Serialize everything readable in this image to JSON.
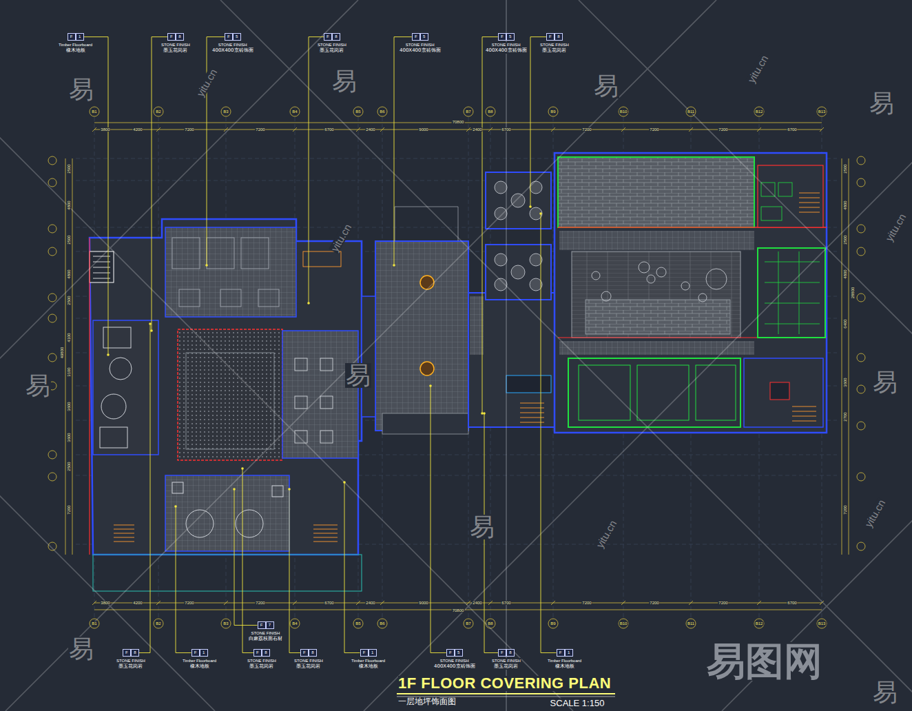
{
  "diagram": {
    "title": "1F FLOOR COVERING PLAN",
    "caption": "一层地坪饰面图",
    "nodes": [
      {
        "text": [
          "F",
          "1",
          "Timber Floorboard",
          "橡木地板"
        ]
      },
      {
        "text": [
          "F",
          "8",
          "STONE FINISH",
          "墨玉花岗岩"
        ]
      },
      {
        "text": [
          "F",
          "5",
          "STONE FINISH",
          "400X400京砖饰面"
        ]
      },
      {
        "text": [
          "F",
          "8",
          "STONE FINISH",
          "墨玉花岗岩"
        ]
      },
      {
        "text": [
          "F",
          "5",
          "STONE FINISH",
          "400X400京砖饰面"
        ]
      },
      {
        "text": [
          "F",
          "5",
          "STONE FINISH",
          "400X400京砖饰面"
        ]
      },
      {
        "text": [
          "F",
          "8",
          "STONE FINISH",
          "墨玉花岗岩"
        ]
      },
      {
        "text": [
          "F",
          "7",
          "STONE FINISH",
          "白麻荔枝面石材"
        ]
      },
      {
        "text": [
          "F",
          "8",
          "STONE FINISH",
          "墨玉花岗岩"
        ]
      },
      {
        "text": [
          "F",
          "1",
          "Timber Floorboard",
          "橡木地板"
        ]
      },
      {
        "text": [
          "F",
          "8",
          "STONE FINISH",
          "墨玉花岗岩"
        ]
      },
      {
        "text": [
          "F",
          "8",
          "STONE FINISH",
          "墨玉花岗岩"
        ]
      },
      {
        "text": [
          "F",
          "1",
          "Timber Floorboard",
          "橡木地板"
        ]
      },
      {
        "text": [
          "F",
          "5",
          "STONE FINISH",
          "400X400京砖饰面"
        ]
      },
      {
        "text": [
          "F",
          "8",
          "STONE FINISH",
          "墨玉花岗岩"
        ]
      },
      {
        "text": [
          "F",
          "1",
          "Timber Floorboard",
          "橡木地板"
        ]
      }
    ],
    "labels": [
      "3800",
      "4200",
      "7200",
      "7200",
      "6700",
      "2400",
      "9000",
      "2400",
      "6700",
      "7200",
      "7200",
      "7200",
      "6700",
      "70800",
      "3800",
      "4200",
      "7200",
      "7200",
      "6700",
      "2400",
      "9000",
      "2400",
      "6700",
      "7200",
      "7200",
      "7200",
      "6700",
      "70800",
      "B1",
      "B2",
      "B3",
      "B4",
      "B5",
      "B6",
      "B7",
      "B8",
      "B9",
      "B10",
      "B11",
      "B12",
      "B13",
      "B1",
      "B2",
      "B3",
      "B4",
      "B5",
      "B6",
      "B7",
      "B8",
      "B9",
      "B10",
      "B11",
      "B12",
      "B13",
      "2500",
      "4800",
      "2500",
      "4800",
      "2500",
      "4100",
      "3100",
      "3600",
      "3600",
      "2500",
      "7200",
      "49800",
      "2500",
      "4800",
      "2500",
      "4800",
      "6400",
      "3600",
      "2700",
      "7200",
      "28800",
      "易",
      "易",
      "易",
      "易",
      "易",
      "易",
      "易",
      "易",
      "易",
      "易",
      "yitu.cn",
      "yitu.cn",
      "yitu.cn",
      "yitu.cn",
      "yitu.cn",
      "yitu.cn",
      "易图网",
      "SCALE  1:150"
    ]
  }
}
